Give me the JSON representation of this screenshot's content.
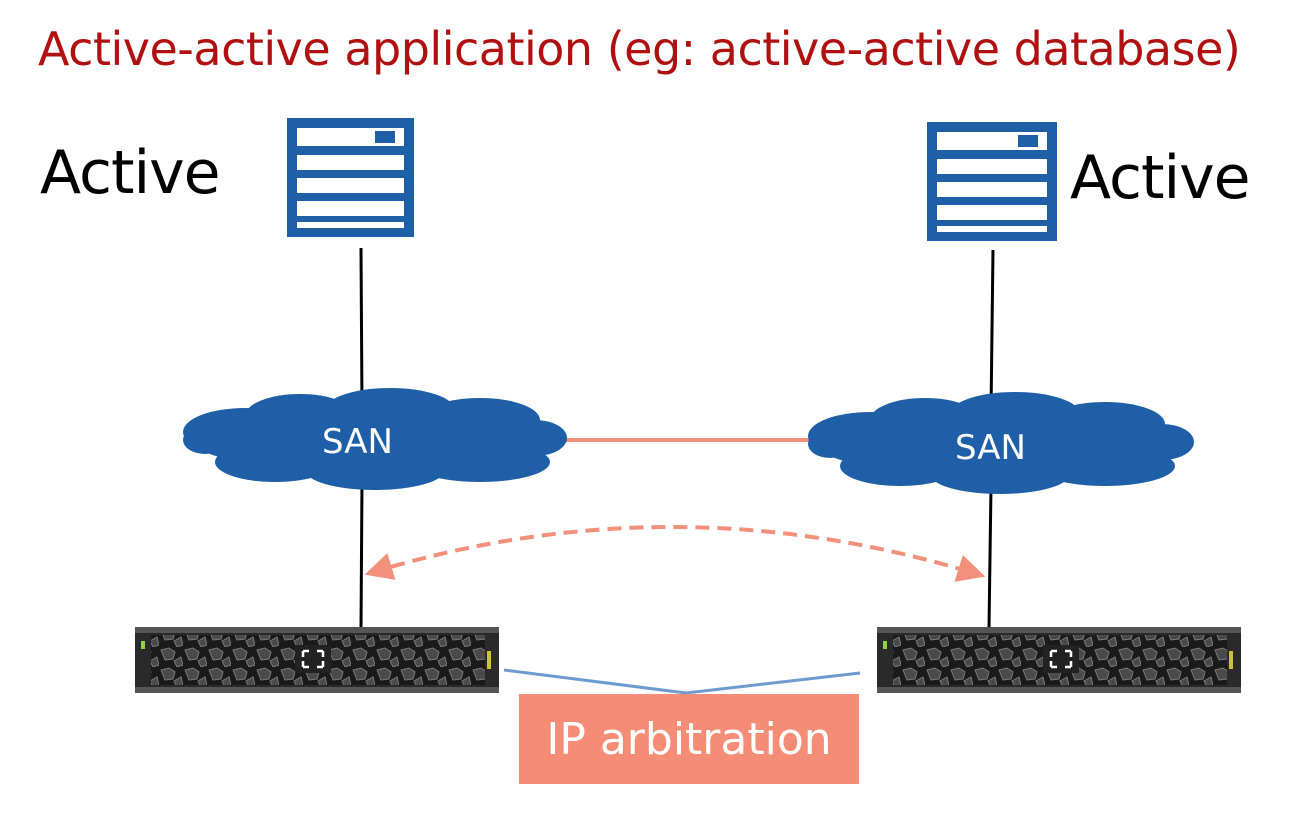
{
  "title": "Active-active application (eg: active-active database)",
  "hosts": {
    "left": {
      "role": "Active",
      "icon": "server-icon"
    },
    "right": {
      "role": "Active",
      "icon": "server-icon"
    }
  },
  "networks": {
    "left": {
      "label": "SAN",
      "icon": "cloud-icon"
    },
    "right": {
      "label": "SAN",
      "icon": "cloud-icon"
    }
  },
  "storage": {
    "left": {
      "icon": "storage-array-icon"
    },
    "right": {
      "icon": "storage-array-icon"
    }
  },
  "arbitration": {
    "label": "IP arbitration"
  },
  "colors": {
    "title": "#b01010",
    "server": "#1f5fa8",
    "cloud": "#1f5fa8",
    "link": "#f2907c",
    "arbitration_box": "#f58c76",
    "arbitration_line": "#6e9bcf"
  }
}
